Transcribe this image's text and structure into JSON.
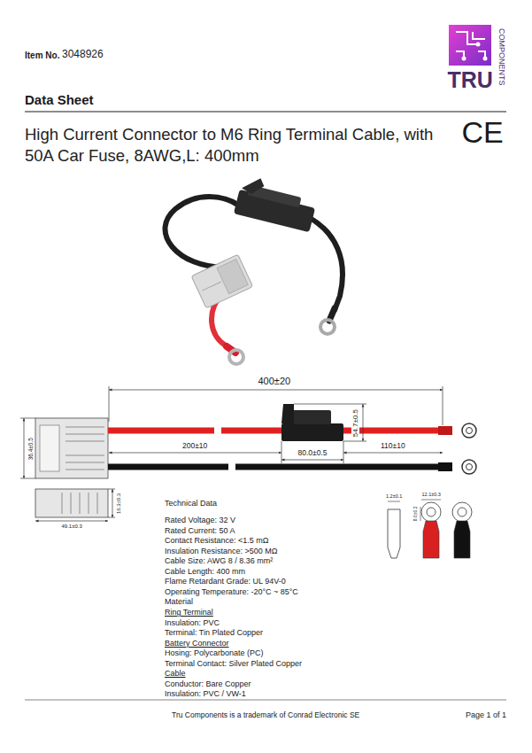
{
  "diagram": {
    "title": "High Current Connector to M6 Ring Terminal Cable, with 50A Car Fuse, 8AWG,L: 400mm",
    "labels": [
      "Item No.",
      "3048926",
      "TRU",
      "COMPONENTS",
      "Data Sheet",
      "CE",
      "400±20",
      "54.7±0.5",
      "200±10",
      "80.0±0.5",
      "110±10",
      "36.4±0.5",
      "16.3±0.3",
      "49.1±0.3",
      "1.2±0.1",
      "12.1±0.3",
      "8.0±0.2",
      "Technical Data",
      "Rated Voltage: 32 V",
      "Rated Current: 50 A",
      "Contact Resistance: <1.5 mΩ",
      "Insulation Resistance: >500 MΩ",
      "Cable Size: AWG 8 / 8.36 mm²",
      "Cable Length: 400 mm",
      "Flame Retardant Grade: UL 94V-0",
      "Operating Temperature: -20°C ~ 85°C",
      "Material",
      "Ring Terminal",
      "Insulation: PVC",
      "Terminal: Tin Plated Copper",
      "Battery Connector",
      "Hosing: Polycarbonate (PC)",
      "Terminal Contact: Silver Plated Copper",
      "Cable",
      "Conductor: Bare Copper",
      "Insulation: PVC / VW-1",
      "Tru Components is a trademark of Conrad Electronic SE",
      "Page 1 of 1"
    ]
  }
}
